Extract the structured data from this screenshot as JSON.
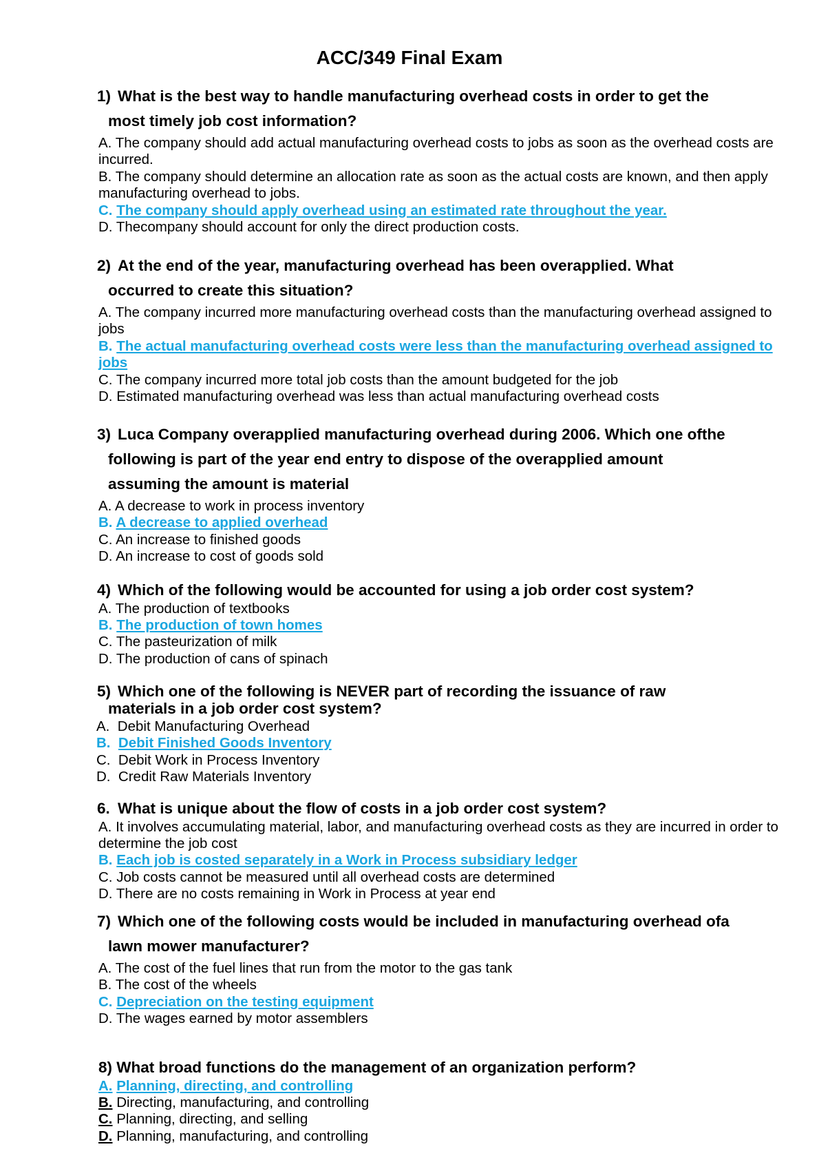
{
  "title": "ACC/349 Final Exam",
  "questions": [
    {
      "number": "1)",
      "line1": "What is the best way to handle manufacturing overhead costs in order to get the",
      "line2": "most timely job cost information?",
      "options": [
        {
          "letter": "A.",
          "text": "The company should add actual manufacturing overhead costs to jobs as soon as the overhead costs are incurred."
        },
        {
          "letter": "B.",
          "text": "The company should determine an allocation rate as soon as the actual costs are known, and then apply manufacturing overhead to jobs."
        },
        {
          "letter": "C.",
          "text": "The company should apply overhead using an estimated rate throughout the year.",
          "correct": true
        },
        {
          "letter": "D.",
          "text": "Thecompany should account for only the direct production costs."
        }
      ]
    },
    {
      "number": "2)",
      "line1": "At the end of the year, manufacturing overhead has been overapplied. What",
      "line2": "occurred to create this situation?",
      "options": [
        {
          "letter": "A.",
          "text": "The company incurred more manufacturing overhead costs than the manufacturing overhead assigned to jobs"
        },
        {
          "letter": "B.",
          "text": "The actual manufacturing overhead costs were less than the manufacturing overhead assigned to jobs",
          "correct": true
        },
        {
          "letter": "C.",
          "text": "The company incurred more total job costs than the amount budgeted for the job"
        },
        {
          "letter": "D.",
          "text": "Estimated manufacturing overhead was less than actual manufacturing overhead costs"
        }
      ]
    },
    {
      "number": "3)",
      "line1": "Luca Company overapplied manufacturing overhead during 2006. Which one ofthe",
      "line2": "following is part of the year end entry to dispose of the overapplied amount",
      "line3": "assuming the amount is material",
      "options": [
        {
          "letter": "A.",
          "text": "A decrease to work in process inventory"
        },
        {
          "letter": "B.",
          "text": "A decrease to applied overhead",
          "correct": true
        },
        {
          "letter": "C.",
          "text": "An increase to finished goods"
        },
        {
          "letter": "D.",
          "text": "An increase to cost of goods sold"
        }
      ]
    },
    {
      "number": "4)",
      "line1": "Which of the following would be accounted for using a job order cost system?",
      "options": [
        {
          "letter": "A.",
          "text": "The production of textbooks"
        },
        {
          "letter": "B.",
          "text": "The production of town homes",
          "correct": true
        },
        {
          "letter": "C.",
          "text": "The pasteurization of milk"
        },
        {
          "letter": "D.",
          "text": "The production of cans of spinach"
        }
      ]
    },
    {
      "number": "5)",
      "line1": "Which one of the following is NEVER part of recording the issuance of raw",
      "line2": "materials in a job order cost system?",
      "options": [
        {
          "letter": "A.",
          "text": "Debit Manufacturing Overhead"
        },
        {
          "letter": "B.",
          "text": "Debit Finished Goods Inventory",
          "correct": true
        },
        {
          "letter": "C.",
          "text": "Debit Work in Process Inventory"
        },
        {
          "letter": "D.",
          "text": "Credit Raw Materials Inventory"
        }
      ]
    },
    {
      "number": "6.",
      "line1": "What is unique about the flow of costs in a job order cost system?",
      "options": [
        {
          "letter": "A.",
          "text": "It involves accumulating material, labor, and manufacturing overhead costs as they are incurred in order to determine the job cost"
        },
        {
          "letter": "B.",
          "text": "Each job is costed separately in a Work in Process subsidiary ledger",
          "correct": true
        },
        {
          "letter": "C.",
          "text": "Job costs cannot be measured until all overhead costs are determined"
        },
        {
          "letter": "D.",
          "text": "There are no costs remaining in Work in Process at year end"
        }
      ]
    },
    {
      "number": "7)",
      "line1": "Which one of the following costs would be included in manufacturing overhead ofa",
      "line2": "lawn mower manufacturer?",
      "options": [
        {
          "letter": "A.",
          "text": "The cost of the fuel lines that run from the motor to the gas tank"
        },
        {
          "letter": "B.",
          "text": "The cost of the wheels"
        },
        {
          "letter": "C.",
          "text": "Depreciation on the testing equipment",
          "correct": true
        },
        {
          "letter": "D.",
          "text": "The wages earned by motor assemblers"
        }
      ]
    },
    {
      "number": "8)",
      "line1": "What broad functions do the management of an organization perform?",
      "options": [
        {
          "letter": "A.",
          "text": "Planning, directing, and controlling",
          "correct": true
        },
        {
          "letter": "B.",
          "text": "Directing, manufacturing, and controlling"
        },
        {
          "letter": "C.",
          "text": "Planning, directing, and selling"
        },
        {
          "letter": "D.",
          "text": "Planning, manufacturing, and controlling"
        }
      ]
    }
  ]
}
